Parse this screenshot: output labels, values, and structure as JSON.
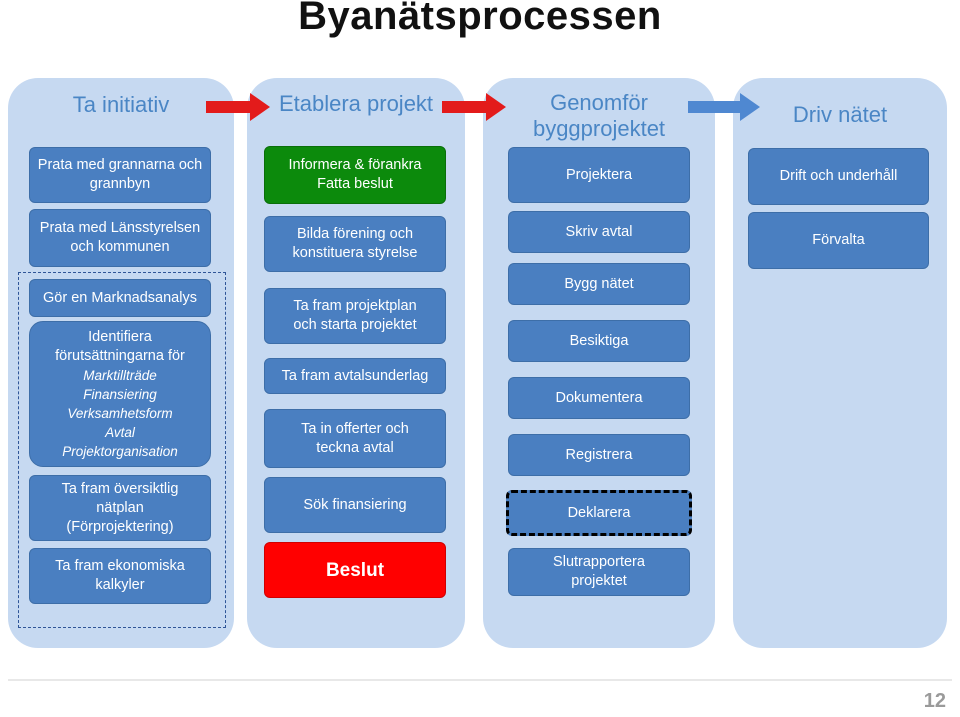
{
  "title": "Byanätsprocessen",
  "page_number": "12",
  "columns": [
    {
      "title": "Ta initiativ",
      "boxes": [
        {
          "text": "Prata med grannarna och grannbyn"
        },
        {
          "text": "Prata med Länsstyrelsen och kommunen"
        },
        {
          "text": "Gör en Marknadsanalys"
        },
        {
          "text": "Identifiera förutsättningarna för",
          "items": [
            "Marktillträde",
            "Finansiering",
            "Verksamhetsform",
            "Avtal",
            "Projektorganisation"
          ]
        },
        {
          "text": "Ta fram översiktlig nätplan (Förprojektering)"
        },
        {
          "text": "Ta fram  ekonomiska kalkyler"
        }
      ]
    },
    {
      "title": "Etablera projekt",
      "boxes": [
        {
          "text": "Informera & förankra Fatta beslut"
        },
        {
          "text": "Bilda förening  och konstituera  styrelse"
        },
        {
          "text": "Ta fram  projektplan och starta projektet"
        },
        {
          "text": "Ta  fram avtalsunderlag"
        },
        {
          "text": "Ta in offerter  och teckna avtal"
        },
        {
          "text": "Sök finansiering"
        },
        {
          "text": "Beslut"
        }
      ]
    },
    {
      "title": "Genomför byggprojektet",
      "boxes": [
        {
          "text": "Projektera"
        },
        {
          "text": "Skriv avtal"
        },
        {
          "text": "Bygg nätet"
        },
        {
          "text": "Besiktiga"
        },
        {
          "text": "Dokumentera"
        },
        {
          "text": "Registrera"
        },
        {
          "text": "Deklarera"
        },
        {
          "text": "Slutrapportera projektet"
        }
      ]
    },
    {
      "title": "Driv nätet",
      "boxes": [
        {
          "text": "Drift och underhåll"
        },
        {
          "text": "Förvalta"
        }
      ]
    }
  ],
  "colors": {
    "column_bg": "#c6d9f1",
    "box_blue": "#4a7fc1",
    "box_green": "#0c8a0c",
    "box_red": "#ff0000",
    "arrow_red": "#e31b1b",
    "arrow_blue": "#4f88d1",
    "title_blue": "#4a86c5"
  },
  "arrows": [
    {
      "from": "Ta initiativ",
      "to": "Etablera projekt",
      "color": "red"
    },
    {
      "from": "Etablera projekt",
      "to": "Genomför byggprojektet",
      "color": "red"
    },
    {
      "from": "Genomför byggprojektet",
      "to": "Driv nätet",
      "color": "blue"
    }
  ]
}
